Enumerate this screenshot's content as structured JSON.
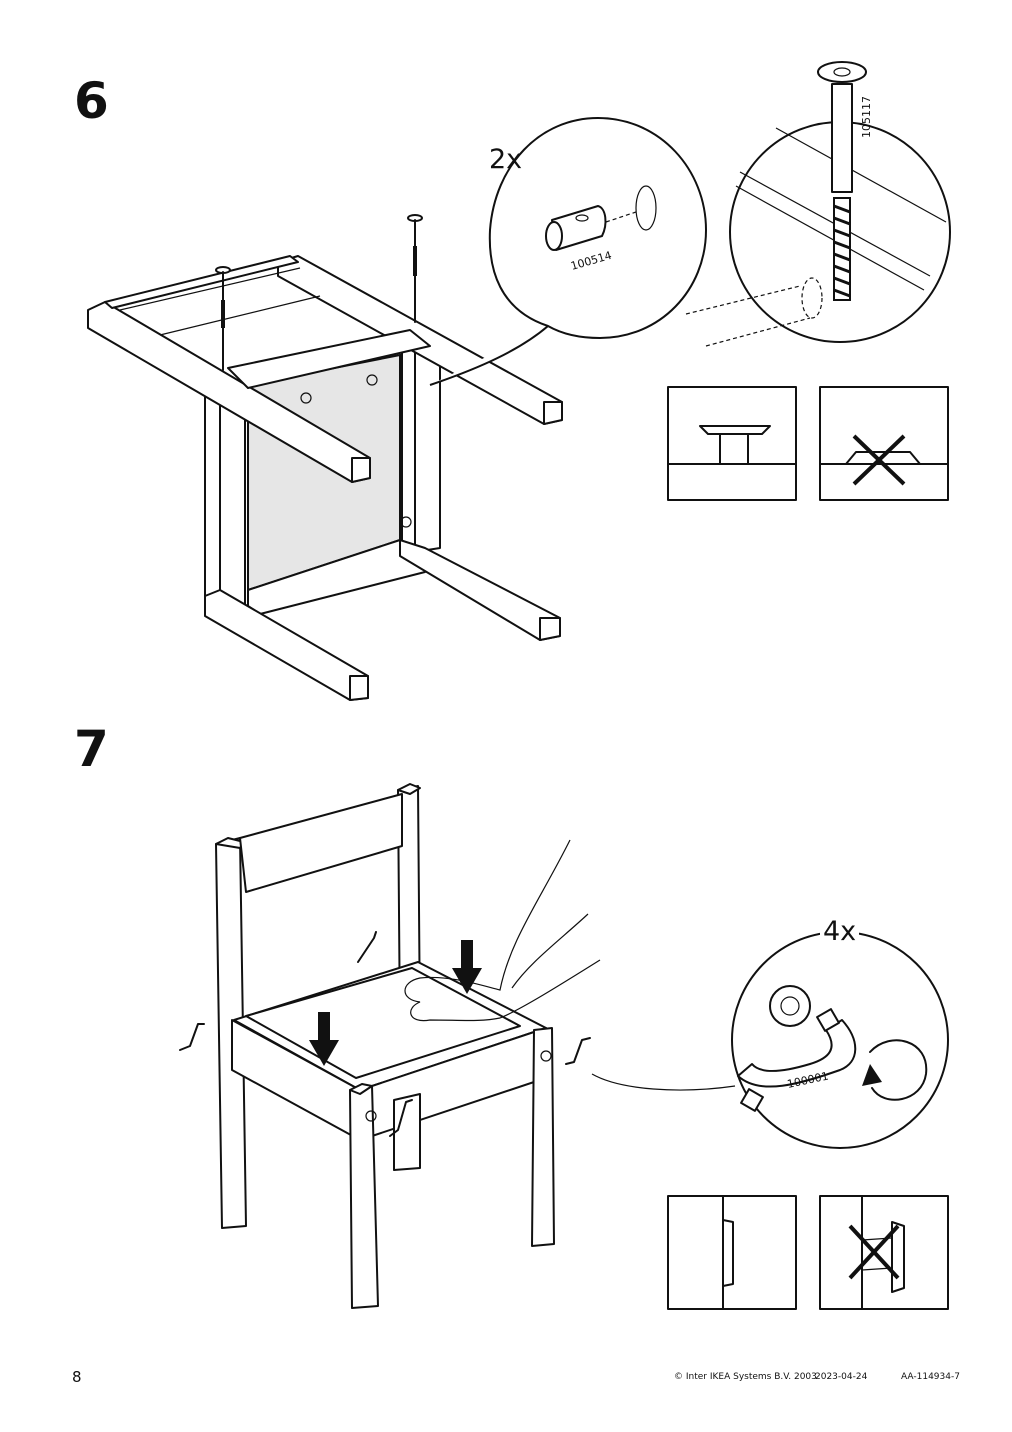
{
  "steps": [
    {
      "number": "6",
      "quantity": "2x",
      "parts": [
        "100514",
        "105117"
      ]
    },
    {
      "number": "7",
      "quantity": "4x",
      "parts": [
        "100001"
      ]
    }
  ],
  "footer": {
    "page_number": "8",
    "copyright": "© Inter IKEA Systems B.V. 2003",
    "date": "2023-04-24",
    "document_id": "AA-114934-7"
  }
}
